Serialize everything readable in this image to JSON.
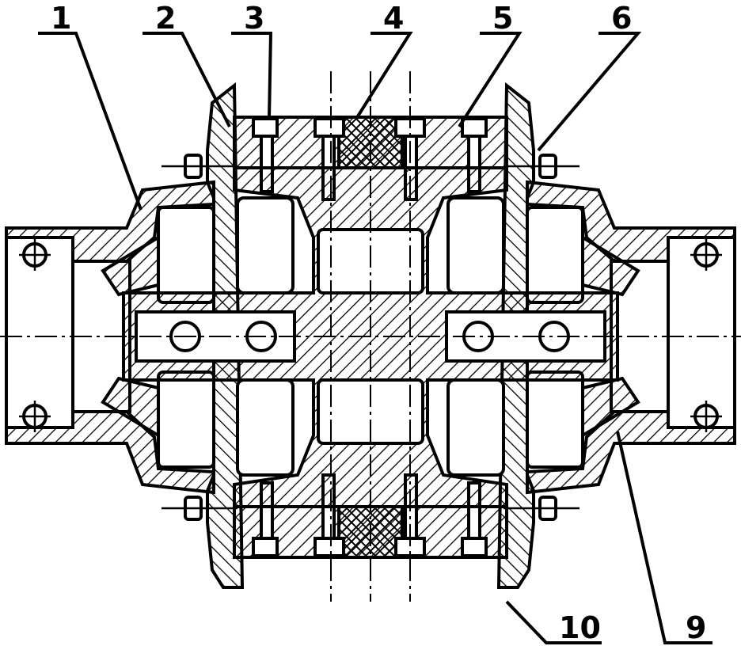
{
  "callouts": [
    {
      "id": "c1",
      "text": "1"
    },
    {
      "id": "c2",
      "text": "2"
    },
    {
      "id": "c3",
      "text": "3"
    },
    {
      "id": "c4",
      "text": "4"
    },
    {
      "id": "c5",
      "text": "5"
    },
    {
      "id": "c6",
      "text": "6"
    },
    {
      "id": "c9",
      "text": "9"
    },
    {
      "id": "c10",
      "text": "10"
    }
  ]
}
